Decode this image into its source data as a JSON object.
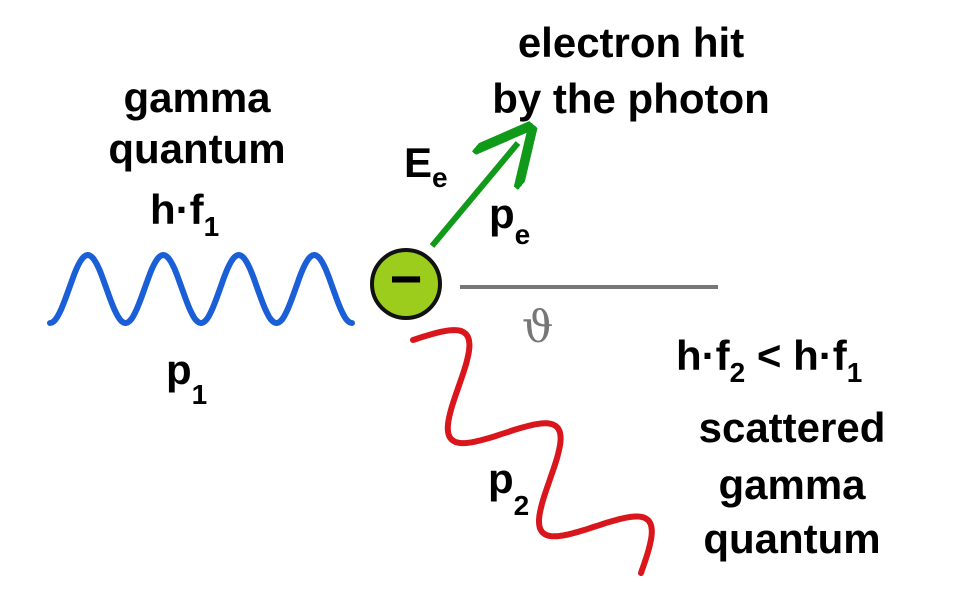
{
  "incoming": {
    "label_lines": [
      "gamma",
      "quantum"
    ],
    "energy_base": "h·f",
    "energy_sub": "1",
    "momentum_base": "p",
    "momentum_sub": "1",
    "wave_color": "#1a5fd6"
  },
  "electron": {
    "label_lines": [
      "electron hit",
      "by the photon"
    ],
    "energy_base": "E",
    "energy_sub": "e",
    "momentum_base": "p",
    "momentum_sub": "e",
    "arrow_color": "#119a1a",
    "fill_color": "#9ccc1c",
    "charge_symbol": "−"
  },
  "angle": {
    "symbol": "ϑ",
    "line_color": "#777777"
  },
  "scattered": {
    "relation": {
      "lhs_base": "h·f",
      "lhs_sub": "2",
      "op": " < ",
      "rhs_base": "h·f",
      "rhs_sub": "1"
    },
    "label_lines": [
      "scattered",
      "gamma",
      "quantum"
    ],
    "momentum_base": "p",
    "momentum_sub": "2",
    "wave_color": "#d8161c"
  }
}
